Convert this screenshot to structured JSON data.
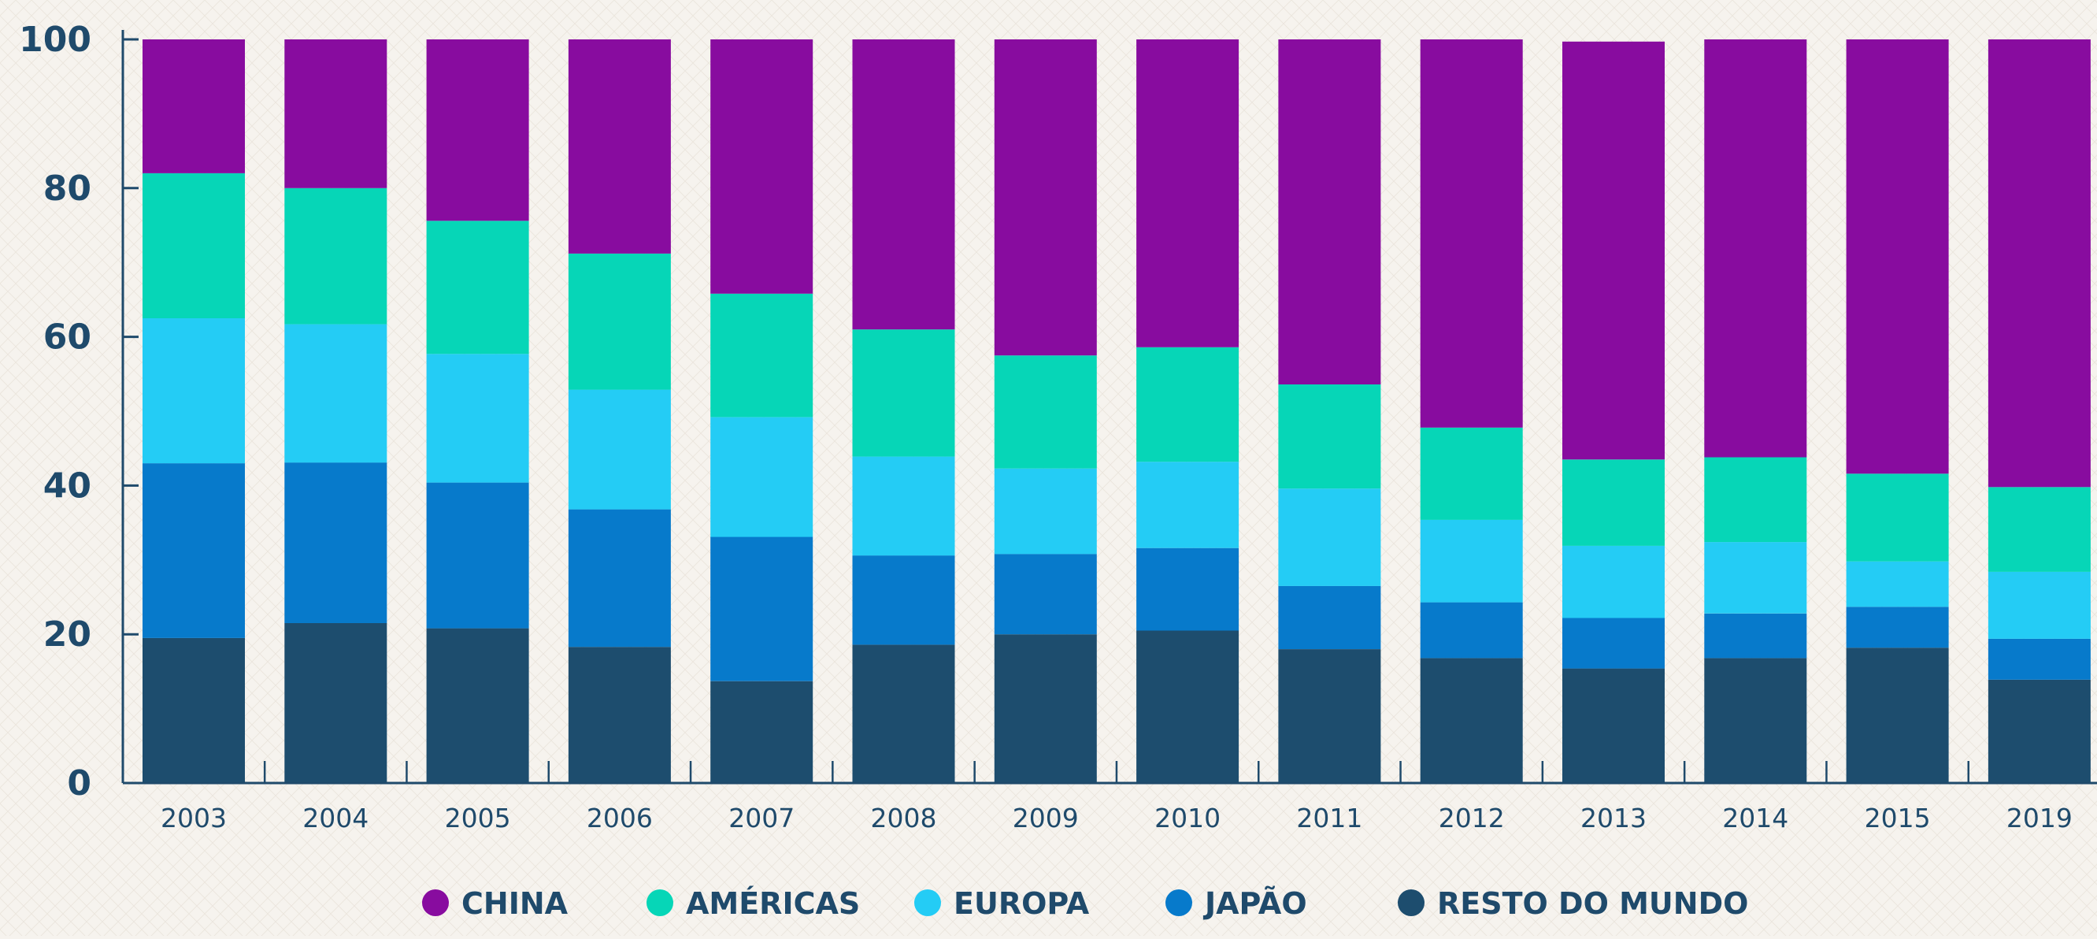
{
  "chart_data": {
    "type": "bar",
    "stacked": true,
    "categories": [
      "2003",
      "2004",
      "2005",
      "2006",
      "2007",
      "2008",
      "2009",
      "2010",
      "2011",
      "2012",
      "2013",
      "2014",
      "2015",
      "2019"
    ],
    "series": [
      {
        "name": "RESTO DO MUNDO",
        "color": "#1d4d6e",
        "values": [
          19.5,
          21.5,
          20.8,
          18.3,
          13.7,
          18.6,
          20.0,
          20.5,
          18.0,
          16.8,
          15.4,
          16.8,
          18.2,
          13.9
        ]
      },
      {
        "name": "JAPÃO",
        "color": "#077acb",
        "values": [
          23.5,
          21.6,
          19.6,
          18.5,
          19.4,
          12.0,
          10.8,
          11.1,
          8.5,
          7.5,
          6.8,
          6.0,
          5.5,
          5.5
        ]
      },
      {
        "name": "EUROPA",
        "color": "#24ccf5",
        "values": [
          19.5,
          18.6,
          17.3,
          16.1,
          16.1,
          13.3,
          11.5,
          11.6,
          13.1,
          11.1,
          9.7,
          9.6,
          6.1,
          9.0
        ]
      },
      {
        "name": "AMÉRICAS",
        "color": "#06d6b7",
        "values": [
          19.5,
          18.3,
          17.9,
          18.3,
          16.6,
          17.1,
          15.2,
          15.4,
          14.0,
          12.4,
          11.6,
          11.4,
          11.8,
          11.4
        ]
      },
      {
        "name": "CHINA",
        "color": "#880c9f",
        "values": [
          18.0,
          20.0,
          24.4,
          28.8,
          34.2,
          39.0,
          42.5,
          41.4,
          46.4,
          52.2,
          56.2,
          56.2,
          58.4,
          60.2
        ]
      }
    ],
    "ylim": [
      0,
      100
    ],
    "yticks": [
      0,
      20,
      40,
      60,
      80,
      100
    ],
    "legend_order": [
      "CHINA",
      "AMÉRICAS",
      "EUROPA",
      "JAPÃO",
      "RESTO DO MUNDO"
    ],
    "legend_position": "bottom",
    "grid": false,
    "title": "",
    "xlabel": "",
    "ylabel": ""
  },
  "colors": {
    "background": "#f6f3ee",
    "axis": "#1f4a6b"
  }
}
